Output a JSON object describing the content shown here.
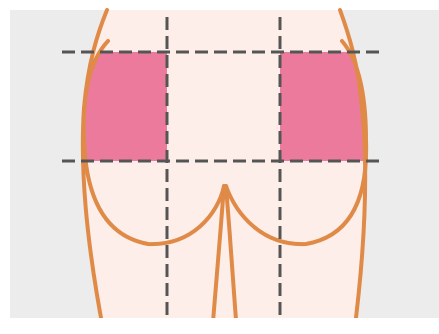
{
  "colors": {
    "page_background": "#ffffff",
    "panel_background": "#ececec",
    "skin_fill": "#fdeee9",
    "outline": "#e08a48",
    "highlight": "#ec7a9d",
    "grid_line": "#555555"
  },
  "highlighted_regions": [
    "upper-left-quadrant",
    "upper-right-quadrant"
  ],
  "guide_lines": {
    "style": "dashed",
    "vertical_count": 2,
    "horizontal_count": 2
  }
}
